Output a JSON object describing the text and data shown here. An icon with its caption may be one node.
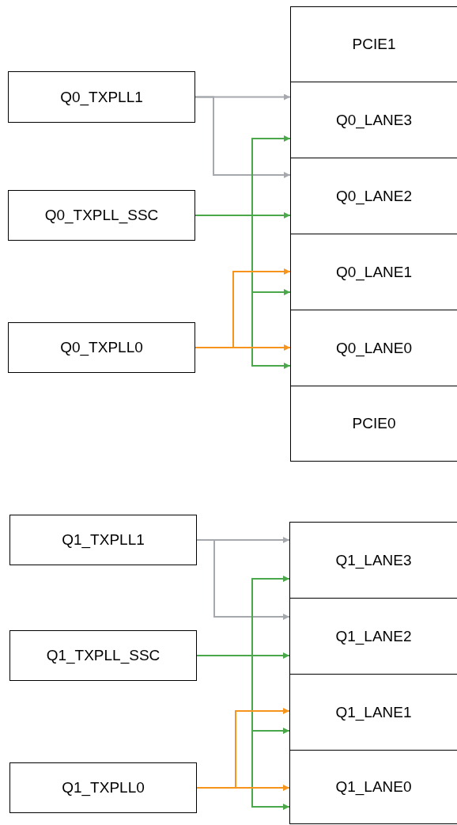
{
  "diagram": {
    "nodes": [
      {
        "text": [
          "PCIE1"
        ]
      },
      {
        "text": [
          "Q0_TXPLL1"
        ]
      },
      {
        "text": [
          "Q0_LANE3"
        ]
      },
      {
        "text": [
          "Q0_LANE2"
        ]
      },
      {
        "text": [
          "Q0_TXPLL_SSC"
        ]
      },
      {
        "text": [
          "Q0_LANE1"
        ]
      },
      {
        "text": [
          "Q0_LANE0"
        ]
      },
      {
        "text": [
          "Q0_TXPLL0"
        ]
      },
      {
        "text": [
          "PCIE0"
        ]
      },
      {
        "text": [
          "Q1_TXPLL1"
        ]
      },
      {
        "text": [
          "Q1_LANE3"
        ]
      },
      {
        "text": [
          "Q1_LANE2"
        ]
      },
      {
        "text": [
          "Q1_TXPLL_SSC"
        ]
      },
      {
        "text": [
          "Q1_LANE1"
        ]
      },
      {
        "text": [
          "Q1_LANE0"
        ]
      },
      {
        "text": [
          "Q1_TXPLL0"
        ]
      }
    ],
    "edges": [
      {
        "from": 1,
        "to": 2,
        "arrow": "to",
        "color": "#a5a9ad"
      },
      {
        "from": 1,
        "to": 3,
        "arrow": "to",
        "color": "#a5a9ad"
      },
      {
        "from": 4,
        "to": 2,
        "arrow": "to"
      },
      {
        "from": 4,
        "to": 3,
        "arrow": "to"
      },
      {
        "from": 4,
        "to": 5,
        "arrow": "to"
      },
      {
        "from": 4,
        "to": 6,
        "arrow": "to"
      },
      {
        "from": 7,
        "to": 5,
        "arrow": "to",
        "color": "#f7941d"
      },
      {
        "from": 7,
        "to": 6,
        "arrow": "to",
        "color": "#f7941d"
      },
      {
        "from": 9,
        "to": 10,
        "arrow": "to",
        "color": "#a5a9ad"
      },
      {
        "from": 9,
        "to": 11,
        "arrow": "to",
        "color": "#a5a9ad"
      },
      {
        "from": 12,
        "to": 10,
        "arrow": "to"
      },
      {
        "from": 12,
        "to": 11,
        "arrow": "to"
      },
      {
        "from": 12,
        "to": 13,
        "arrow": "to"
      },
      {
        "from": 12,
        "to": 14,
        "arrow": "to"
      },
      {
        "from": 15,
        "to": 13,
        "arrow": "to",
        "color": "#f7941d"
      },
      {
        "from": 15,
        "to": 14,
        "arrow": "to",
        "color": "#f7941d"
      }
    ]
  }
}
